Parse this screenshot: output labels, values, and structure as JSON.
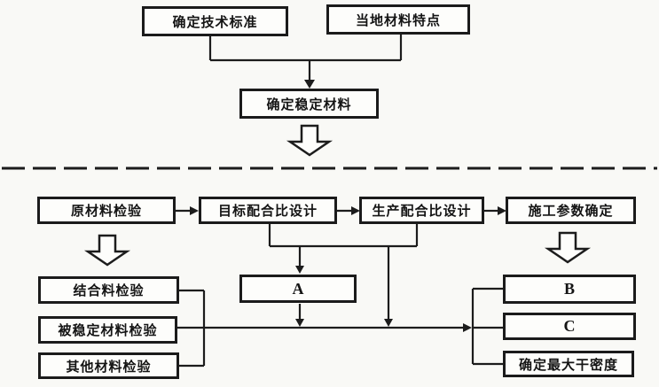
{
  "flowchart": {
    "top_section": {
      "determine_tech_standard": "确定技术标准",
      "local_material_features": "当地材料特点",
      "determine_stabilized_material": "确定稳定材料"
    },
    "main_row": {
      "raw_material_inspection": "原材料检验",
      "target_mix_ratio_design": "目标配合比设计",
      "production_mix_ratio_design": "生产配合比设计",
      "construction_parameter_determination": "施工参数确定"
    },
    "left_branch": {
      "binder_inspection": "结合料检验",
      "stabilized_material_inspection": "被稳定材料检验",
      "other_material_inspection": "其他材料检验"
    },
    "center_branch": {
      "node_a": "A"
    },
    "right_branch": {
      "node_b": "B",
      "node_c": "C",
      "determine_max_dry_density": "确定最大干密度"
    }
  },
  "colors": {
    "line": "#1c1c1c",
    "box_border": "#1b1b1b",
    "box_fill": "#fdfdfb",
    "page_background": "#f9f9f6",
    "text": "#141414"
  }
}
